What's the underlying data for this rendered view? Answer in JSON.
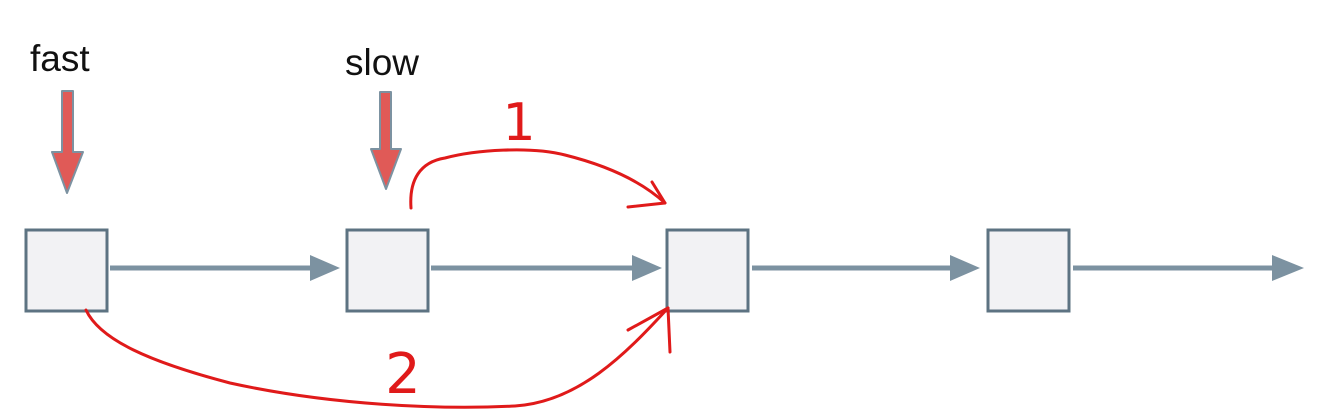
{
  "pointers": {
    "fast": {
      "label": "fast"
    },
    "slow": {
      "label": "slow"
    }
  },
  "annotations": {
    "step_one": "1",
    "step_two": "2"
  },
  "nodes": [
    {
      "id": "node-1",
      "label": ""
    },
    {
      "id": "node-2",
      "label": ""
    },
    {
      "id": "node-3",
      "label": ""
    },
    {
      "id": "node-4",
      "label": ""
    }
  ],
  "colors": {
    "node_fill": "#f2f2f4",
    "node_stroke": "#5d7382",
    "link": "#7c92a1",
    "pointer_fill": "#e05a57",
    "pointer_stroke": "#7c92a1",
    "annotation_ink": "#e01a1a"
  }
}
